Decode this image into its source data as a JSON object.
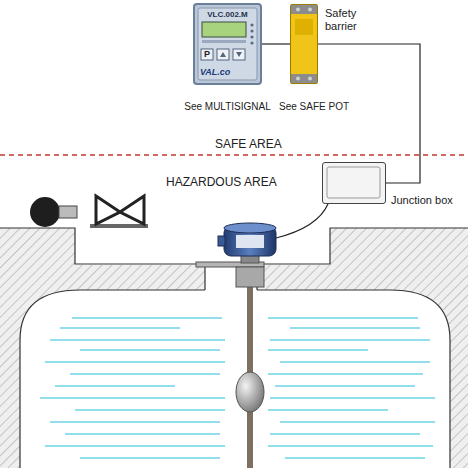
{
  "diagram": {
    "nodes": [
      {
        "text": [
          "VLC.002.M",
          "VAL.co",
          "See MULTISIGNAL"
        ]
      },
      {
        "text": [
          "Safety barrier",
          "See SAFE POT"
        ]
      },
      {
        "text": [
          "Junction box"
        ]
      }
    ],
    "edges": [
      {
        "from": 0,
        "to": 1,
        "arrow": "none"
      },
      {
        "from": 1,
        "to": 2,
        "arrow": "none"
      }
    ],
    "labels": [
      "P",
      "SAFE AREA",
      "HAZARDOUS AREA"
    ]
  }
}
